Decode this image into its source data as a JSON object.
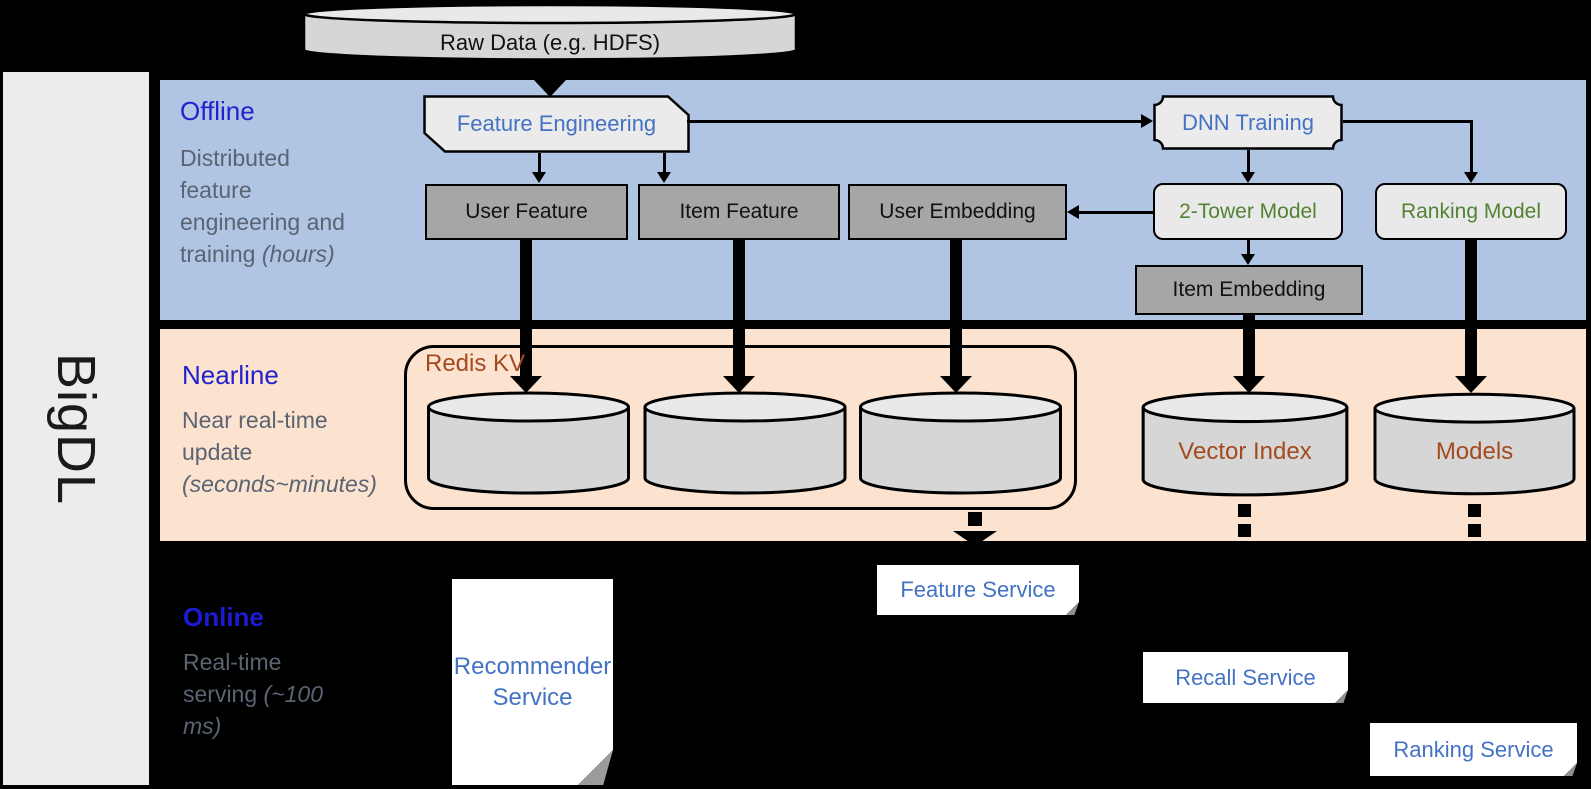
{
  "brand": {
    "label": "BigDL"
  },
  "colors": {
    "background": "#000000",
    "offline_band": "#b0c4e4",
    "nearline_band": "#fbe3d0",
    "sidebar": "#ececec",
    "heading_blue": "#2222cc",
    "node_text_blue": "#4472c4",
    "node_text_green": "#548235",
    "node_text_brown": "#a34a1e",
    "desc_gray": "#5a6472",
    "box_dark_fill": "#a6a6a6",
    "box_light_fill": "#e9e9e9",
    "cylinder_fill": "#d6d6d6",
    "service_fill": "#ffffff"
  },
  "data_store_top": {
    "label": "Raw Data (e.g. HDFS)"
  },
  "sections": {
    "offline": {
      "title": "Offline",
      "description": "Distributed feature engineering and training",
      "duration": "(hours)"
    },
    "nearline": {
      "title": "Nearline",
      "description": "Near real-time update",
      "duration": "(seconds~minutes)"
    },
    "online": {
      "title": "Online",
      "description": "Real-time serving",
      "duration": "(~100 ms)"
    }
  },
  "nodes": {
    "feature_engineering": {
      "label": "Feature Engineering"
    },
    "user_feature": {
      "label": "User Feature"
    },
    "item_feature": {
      "label": "Item Feature"
    },
    "user_embedding": {
      "label": "User Embedding"
    },
    "dnn_training": {
      "label": "DNN Training"
    },
    "two_tower_model": {
      "label": "2-Tower Model"
    },
    "ranking_model": {
      "label": "Ranking Model"
    },
    "item_embedding": {
      "label": "Item Embedding"
    },
    "redis_kv": {
      "label": "Redis KV"
    },
    "vector_index": {
      "label": "Vector Index"
    },
    "models": {
      "label": "Models"
    },
    "recommender_service": {
      "label": "Recommender Service"
    },
    "feature_service": {
      "label": "Feature Service"
    },
    "recall_service": {
      "label": "Recall Service"
    },
    "ranking_service": {
      "label": "Ranking Service"
    }
  }
}
